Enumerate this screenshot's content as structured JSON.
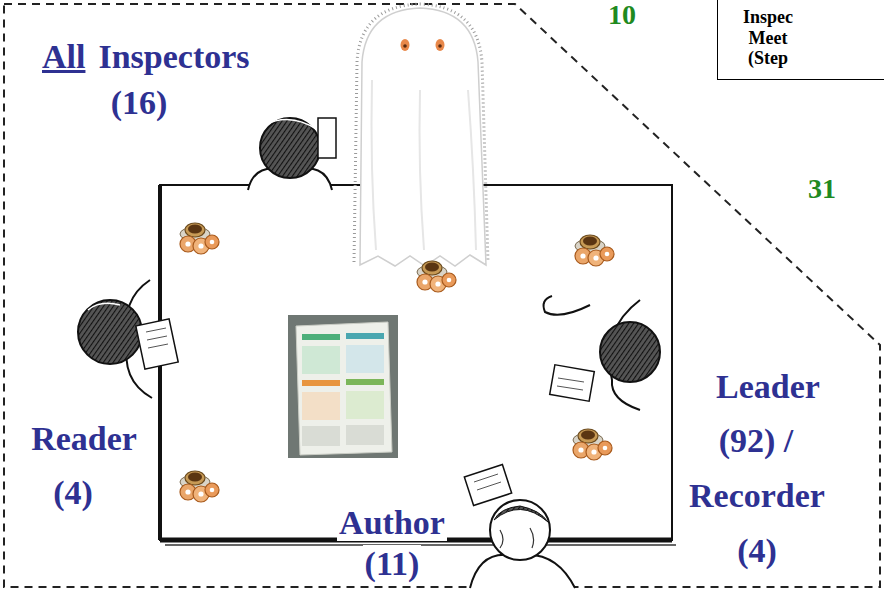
{
  "diagram": {
    "nodes": [
      {
        "text": [
          "Inspec Meet (Step"
        ]
      }
    ],
    "labels": [
      "10",
      "31",
      "All",
      "Inspectors",
      "(16)",
      "Reader",
      "(4)",
      "Author",
      "(11)",
      "Leader",
      "(92) /",
      "Recorder",
      "(4)"
    ]
  }
}
